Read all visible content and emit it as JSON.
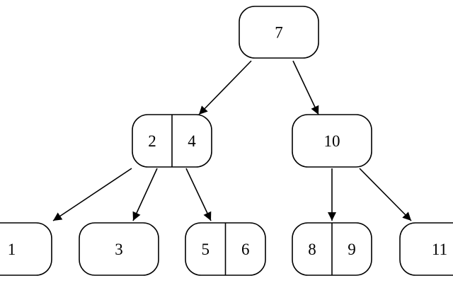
{
  "tree": {
    "nodes": [
      {
        "id": "n7",
        "keys": [
          "7"
        ]
      },
      {
        "id": "n2_4",
        "keys": [
          "2",
          "4"
        ]
      },
      {
        "id": "n10",
        "keys": [
          "10"
        ]
      },
      {
        "id": "n1",
        "keys": [
          "1"
        ]
      },
      {
        "id": "n3",
        "keys": [
          "3"
        ]
      },
      {
        "id": "n5_6",
        "keys": [
          "5",
          "6"
        ]
      },
      {
        "id": "n8_9",
        "keys": [
          "8",
          "9"
        ]
      },
      {
        "id": "n11",
        "keys": [
          "11"
        ]
      }
    ],
    "edges": [
      {
        "from": "n7",
        "to": "n2_4"
      },
      {
        "from": "n7",
        "to": "n10"
      },
      {
        "from": "n2_4",
        "to": "n1"
      },
      {
        "from": "n2_4",
        "to": "n3"
      },
      {
        "from": "n2_4",
        "to": "n5_6"
      },
      {
        "from": "n10",
        "to": "n8_9"
      },
      {
        "from": "n10",
        "to": "n11"
      }
    ]
  },
  "colors": {
    "stroke": "#000000",
    "fill": "#ffffff"
  }
}
